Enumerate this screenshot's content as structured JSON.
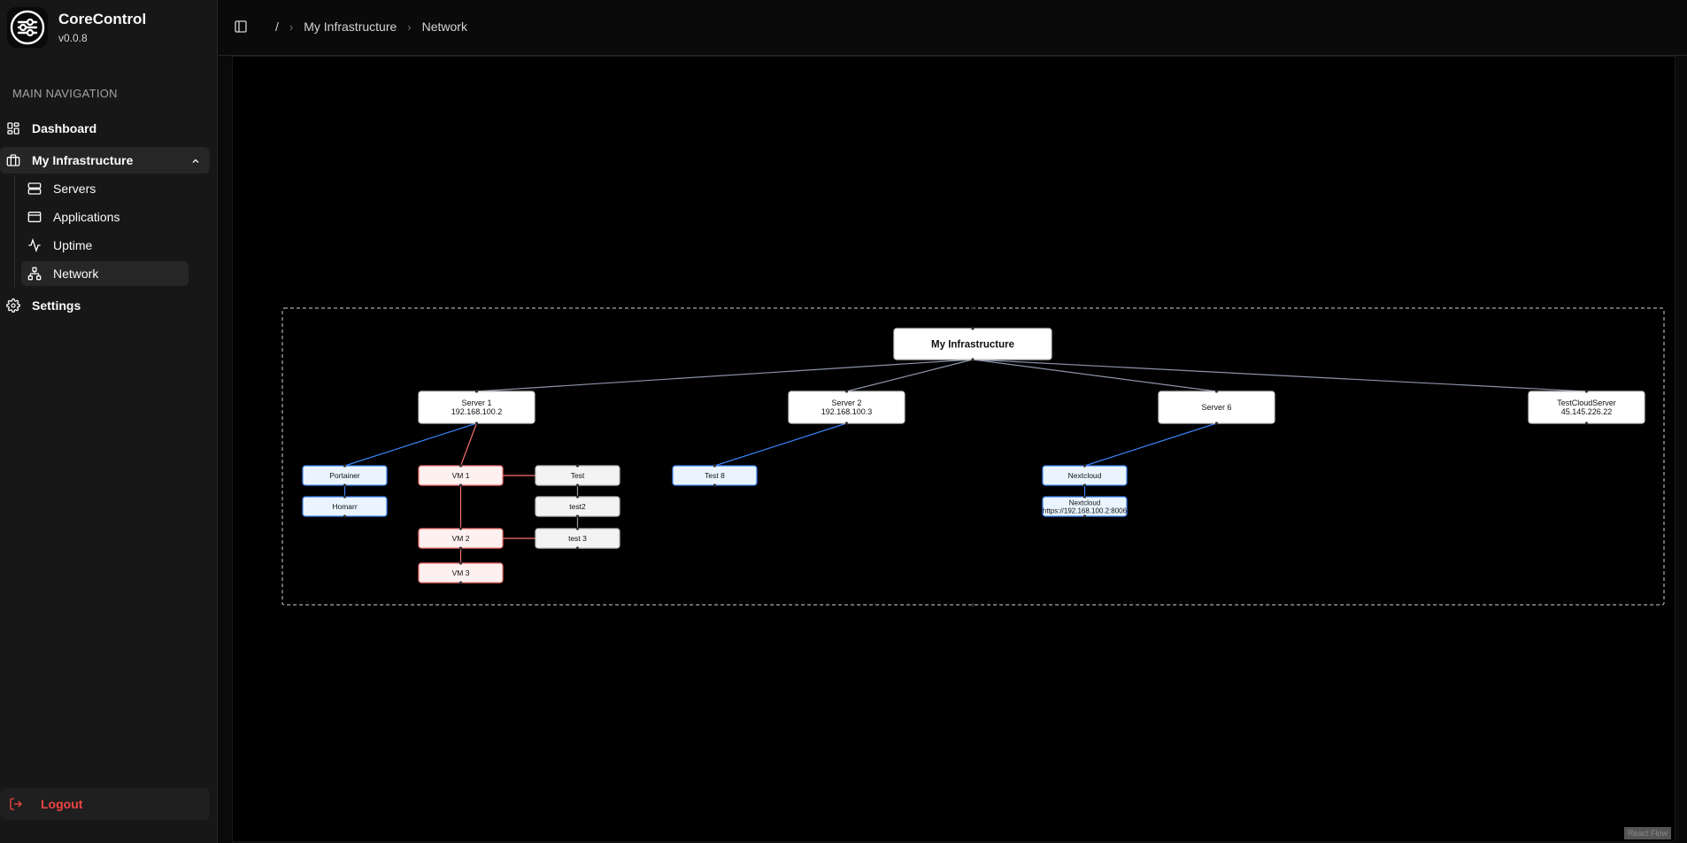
{
  "app": {
    "name": "CoreControl",
    "version": "v0.0.8"
  },
  "sidebar": {
    "group_label": "MAIN NAVIGATION",
    "dashboard": "Dashboard",
    "infrastructure": "My Infrastructure",
    "sub_items": [
      "Servers",
      "Applications",
      "Uptime",
      "Network"
    ],
    "settings": "Settings",
    "logout": "Logout"
  },
  "breadcrumb": {
    "root": "/",
    "parent": "My Infrastructure",
    "current": "Network"
  },
  "flow": {
    "root": "My Infrastructure",
    "servers": [
      {
        "name": "Server 1",
        "ip": "192.168.100.2"
      },
      {
        "name": "Server 2",
        "ip": "192.168.100.3"
      },
      {
        "name": "Server 6",
        "ip": ""
      },
      {
        "name": "TestCloudServer",
        "ip": "45.145.226.22"
      }
    ],
    "apps": [
      {
        "name": "Portainer",
        "sub": ""
      },
      {
        "name": "Homarr",
        "sub": ""
      },
      {
        "name": "Test 8",
        "sub": ""
      },
      {
        "name": "Nextcloud",
        "sub": ""
      },
      {
        "name": "Nextcloud",
        "sub": "https://192.168.100.2:8006"
      }
    ],
    "vms": [
      "VM 1",
      "VM 2",
      "VM 3"
    ],
    "vm_apps": [
      "Test",
      "test2",
      "test 3"
    ],
    "attribution": "React Flow",
    "colors": {
      "app_fill": "#eaf4ff",
      "app_border": "#3b82f6",
      "vm_fill": "#fff0f0",
      "vm_border": "#f87171",
      "vmapp_fill": "#f3f3f3",
      "vmapp_border": "#bdbdbd",
      "edge_blue": "#3b82f6",
      "edge_red": "#f87171",
      "edge_gray": "#8b93a7"
    }
  }
}
